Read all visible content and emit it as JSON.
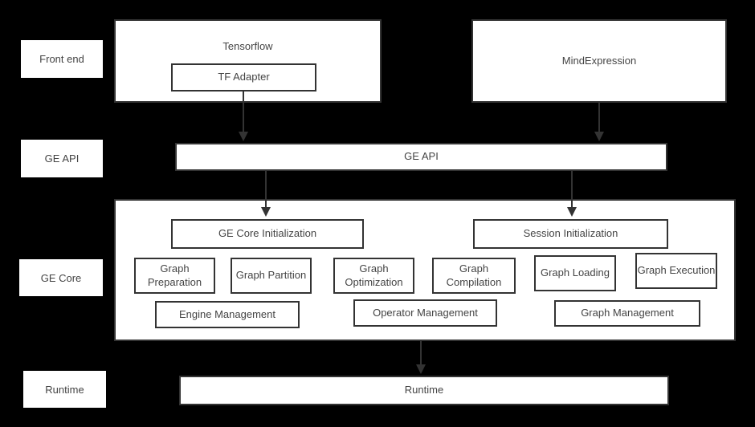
{
  "colors": {
    "background": "#000000",
    "box_fill": "#ffffff",
    "border": "#333333",
    "text": "#444444",
    "arrow": "#333333"
  },
  "layer_labels": {
    "front_end": "Front end",
    "ge_api": "GE API",
    "ge_core": "GE Core",
    "runtime": "Runtime"
  },
  "front_end": {
    "tensorflow_label": "Tensorflow",
    "tf_adapter_label": "TF Adapter",
    "mindexpression_label": "MindExpression"
  },
  "ge_api": {
    "bar_label": "GE API"
  },
  "ge_core": {
    "init_label": "GE Core Initialization",
    "session_label": "Session Initialization",
    "stages": [
      "Graph Preparation",
      "Graph Partition",
      "Graph Optimization",
      "Graph Compilation",
      "Graph Loading",
      "Graph Execution"
    ],
    "management": [
      "Engine Management",
      "Operator Management",
      "Graph Management"
    ]
  },
  "runtime": {
    "bar_label": "Runtime"
  }
}
